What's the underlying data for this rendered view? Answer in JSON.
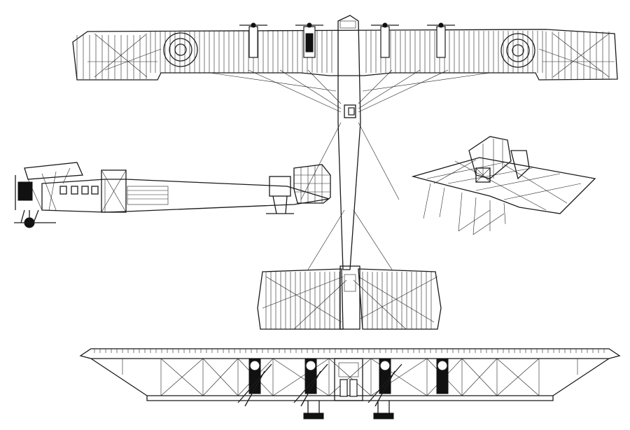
{
  "drawing": {
    "views": [
      {
        "id": "top-view",
        "kind": "plan"
      },
      {
        "id": "side-view",
        "kind": "side"
      },
      {
        "id": "perspective-view",
        "kind": "perspective"
      },
      {
        "id": "front-view",
        "kind": "front"
      }
    ],
    "ink_color": "#1a1a1a",
    "paper_color": "#ffffff",
    "engine_count": 4,
    "roundel_count": 2
  }
}
